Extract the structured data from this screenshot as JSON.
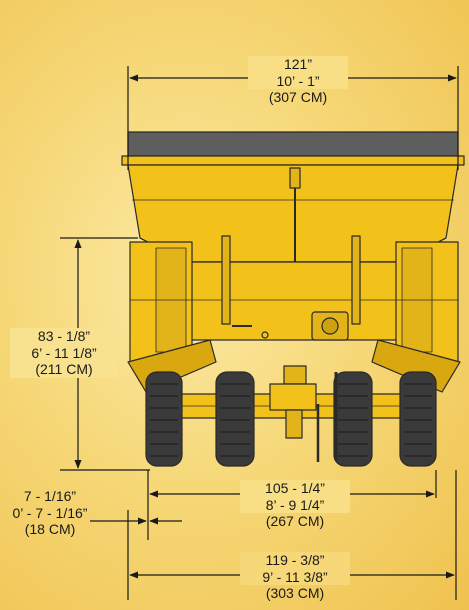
{
  "dimensions": {
    "overall_width": {
      "imperial": "121”",
      "feet_inches": "10’ - 1”",
      "metric": "(307 CM)"
    },
    "height": {
      "imperial": "83 - 1/8”",
      "feet_inches": "6’ - 11 1/8”",
      "metric": "(211 CM)"
    },
    "ground_clearance": {
      "imperial": "7 - 1/16”",
      "feet_inches": "0’ - 7 - 1/16”",
      "metric": "(18 CM)"
    },
    "inner_track_width": {
      "imperial": "105 - 1/4”",
      "feet_inches": "8’ - 9 1/4”",
      "metric": "(267 CM)"
    },
    "outer_track_width": {
      "imperial": "119 - 3/8”",
      "feet_inches": "9’ - 11 3/8”",
      "metric": "(303 CM)"
    }
  },
  "colors": {
    "body_yellow": "#f2c21a",
    "body_shade": "#d9a70f",
    "outline": "#2a2a2a",
    "tire": "#3a3a3a",
    "hopper_top": "#5e5e5e"
  }
}
